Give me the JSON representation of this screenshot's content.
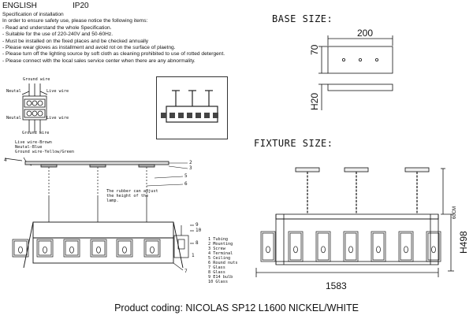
{
  "header": {
    "language": "ENGLISH",
    "ip_rating": "IP20",
    "spec_title": "Specification of installation",
    "spec_lines": [
      "In order to ensure safety use, please notice the following items:",
      "- Read and understand the whole Specification.",
      "- Suitable for the use of 220-240V and 50-60Hz.",
      "- Must be installed on the fixed places and be checked annually",
      "- Please wear gloves as installment and avoid rot on the surface of plaetng.",
      "- Please turn off the lighting source by soft cloth as cleaning prohibited to use of rotted detergent.",
      "- Please connect with the local sales service center when there are any abnormality."
    ]
  },
  "wiring": {
    "ground_wire_top": "Ground wire",
    "neutral_left": "Neutal",
    "live_right": "Live wire",
    "neutral_left_2": "Neutal",
    "live_right_2": "Live wire",
    "ground_wire_bottom": "Ground wire",
    "live_brown": "Live wire-Brown",
    "neutral_blue": "Neutal-Blue",
    "ground_yg": "Ground wire-Yellow/Green",
    "rubber_note": "The rubber can adjust the height of the lamp."
  },
  "callouts": [
    "1",
    "2",
    "3",
    "4",
    "5",
    "6",
    "7",
    "8",
    "9",
    "10"
  ],
  "parts": [
    "1 Tubing",
    "2 Mounting",
    "3 Screw",
    "4 Terminal",
    "5 Ceiling",
    "6 Round nuts",
    "7 Glass",
    "8 Glass",
    "9 E14 bulb",
    "10 Glass"
  ],
  "base": {
    "title": "BASE SIZE:",
    "width": "200",
    "depth": "70",
    "height": "H20"
  },
  "fixture": {
    "title": "FIXTURE SIZE:",
    "drop": "60CM",
    "height": "H498",
    "width": "1583"
  },
  "product_coding": "Product coding: NICOLAS SP12 L1600 NICKEL/WHITE"
}
